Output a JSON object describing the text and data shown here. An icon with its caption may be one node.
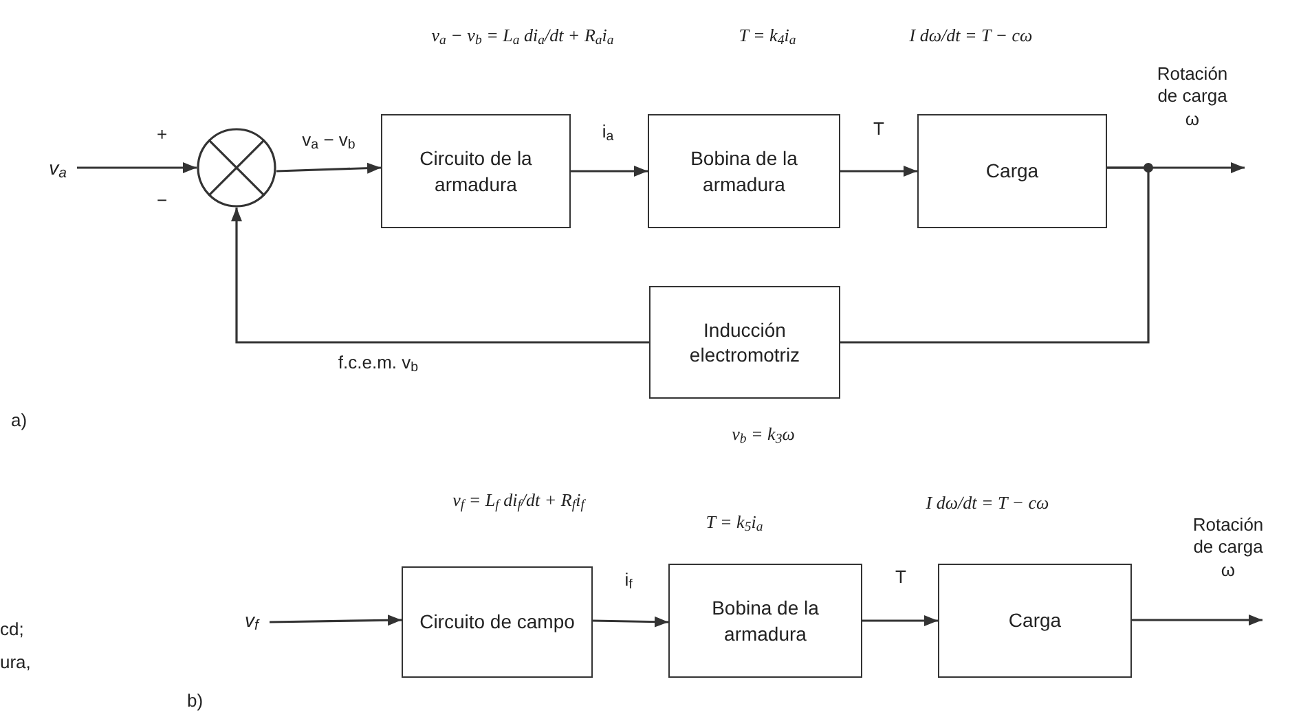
{
  "diagram": {
    "nodes": [
      {
        "text": [
          "v$_{a}$"
        ]
      },
      {
        "text": [],
        "shape": "circle"
      },
      {
        "text": [
          "Circuito de la armadura"
        ]
      },
      {
        "text": [
          "Bobina de la armadura"
        ]
      },
      {
        "text": [
          "Carga"
        ]
      },
      {
        "text": [
          "Inducción electromotriz"
        ]
      },
      {
        "text": [
          "v$_{f}$"
        ]
      },
      {
        "text": [
          "Circuito de campo"
        ]
      },
      {
        "text": [
          "Bobina de la armadura"
        ]
      },
      {
        "text": [
          "Carga"
        ]
      }
    ],
    "edges": [
      {
        "from": 0,
        "to": 1,
        "arrow": "to"
      },
      {
        "from": 1,
        "to": 2,
        "arrow": "to",
        "label": "v$_{a}$ − v$_{b}$"
      },
      {
        "from": 2,
        "to": 3,
        "arrow": "to",
        "label": "i$_{a}$"
      },
      {
        "from": 3,
        "to": 4,
        "arrow": "to",
        "label": "T"
      },
      {
        "from": 4,
        "to": null,
        "arrow": "to",
        "label": "Rotación de carga ω"
      },
      {
        "from": 4,
        "to": 5,
        "arrow": "none"
      },
      {
        "from": 5,
        "to": 1,
        "arrow": "to",
        "label": "f.c.e.m. v$_{b}$"
      },
      {
        "from": 6,
        "to": 7,
        "arrow": "to"
      },
      {
        "from": 7,
        "to": 8,
        "arrow": "to",
        "label": "i$_{f}$"
      },
      {
        "from": 8,
        "to": 9,
        "arrow": "to",
        "label": "T"
      },
      {
        "from": 9,
        "to": null,
        "arrow": "to",
        "label": "Rotación de carga ω"
      }
    ],
    "labels": [
      "+",
      "−",
      "v$_{a}$ − v$_{b}$ = L$_{a}$ di$_{a}$/dt + R$_{a}$i$_{a}$",
      "T = k$_{4}$i$_{a}$",
      "I dω/dt = T − cω",
      "a)",
      "v$_{b}$ = k$_{3}$ω",
      "v$_{f}$ = L$_{f}$ di$_{f}$/dt + R$_{f}$i$_{f}$",
      "T = k$_{5}$i$_{a}$",
      "I dω/dt = T − cω",
      "cd;",
      "ura,",
      "b)"
    ]
  }
}
